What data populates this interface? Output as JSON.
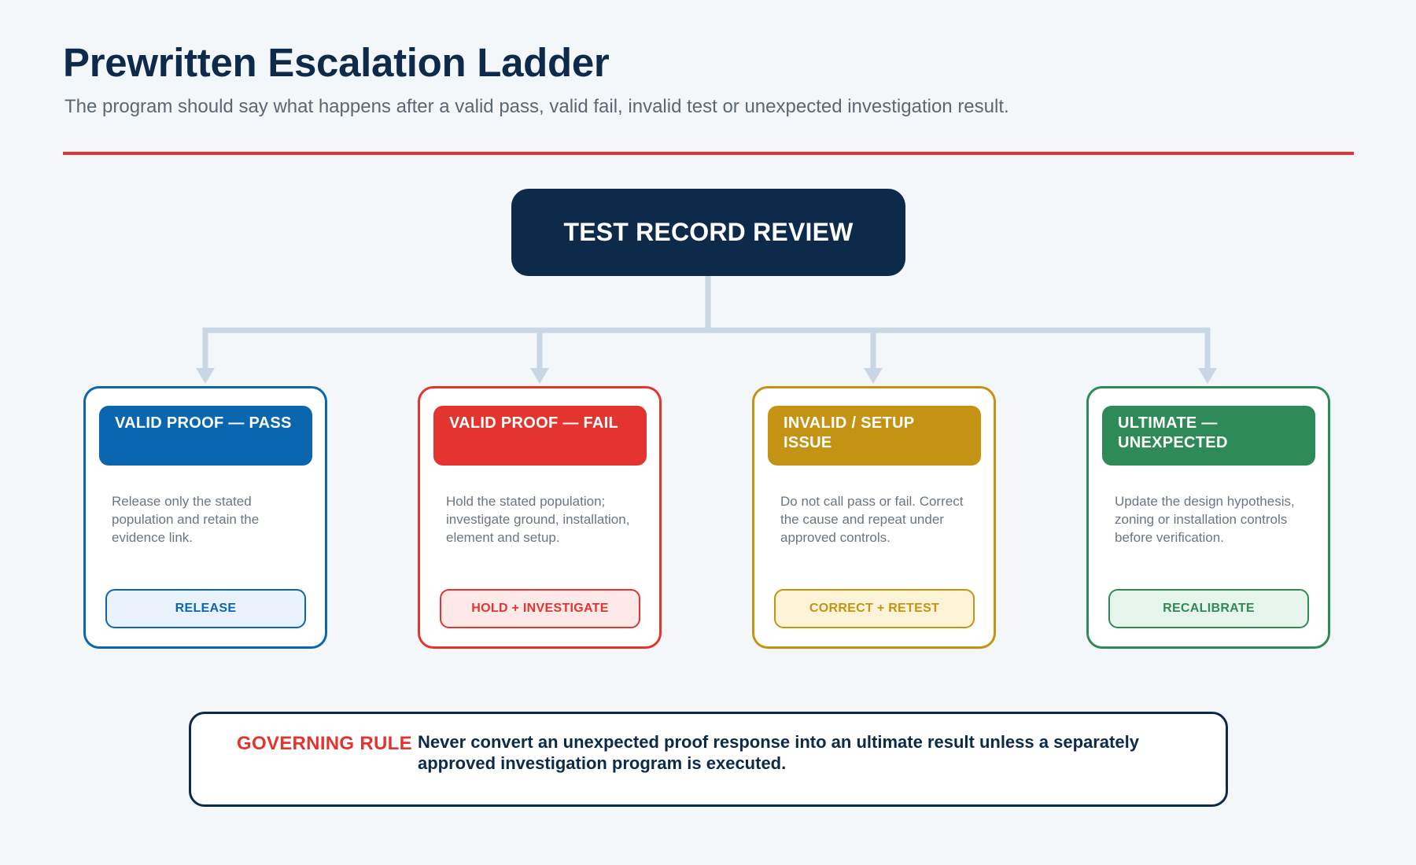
{
  "header": {
    "title": "Prewritten Escalation Ladder",
    "subtitle": "The program should say what happens after a valid pass, valid fail, invalid test or unexpected investigation result."
  },
  "colors": {
    "navy": "#0d2a4a",
    "red_accent": "#e3342f",
    "connector": "#c9d6e3"
  },
  "root": {
    "label": "TEST RECORD REVIEW"
  },
  "outcomes": [
    {
      "heading": "VALID PROOF — PASS",
      "description": "Release only the stated population and retain the evidence link.",
      "action": "RELEASE",
      "color": "#0b66b0",
      "action_bg": "#eaf2fb"
    },
    {
      "heading": "VALID PROOF — FAIL",
      "description": "Hold the stated population; investigate ground, installation, element and setup.",
      "action": "HOLD + INVESTIGATE",
      "color": "#e3342f",
      "action_bg": "#fde9e8"
    },
    {
      "heading": "INVALID / SETUP ISSUE",
      "description": "Do not call pass or fail. Correct the cause and repeat under approved controls.",
      "action": "CORRECT + RETEST",
      "color": "#c59314",
      "action_bg": "#fdf3d6"
    },
    {
      "heading": "ULTIMATE — UNEXPECTED",
      "description": "Update the design hypothesis, zoning or installation controls before verification.",
      "action": "RECALIBRATE",
      "color": "#2e8b57",
      "action_bg": "#e8f5ec"
    }
  ],
  "governing_rule": {
    "label": "GOVERNING RULE",
    "text": "Never convert an unexpected proof response into an ultimate result unless a separately approved investigation program is executed."
  }
}
